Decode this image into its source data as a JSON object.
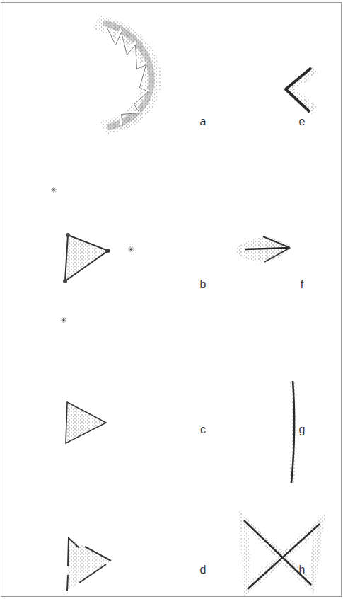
{
  "diagram": {
    "labels": [
      "a",
      "e",
      "b",
      "f",
      "c",
      "g",
      "d",
      "h"
    ]
  }
}
